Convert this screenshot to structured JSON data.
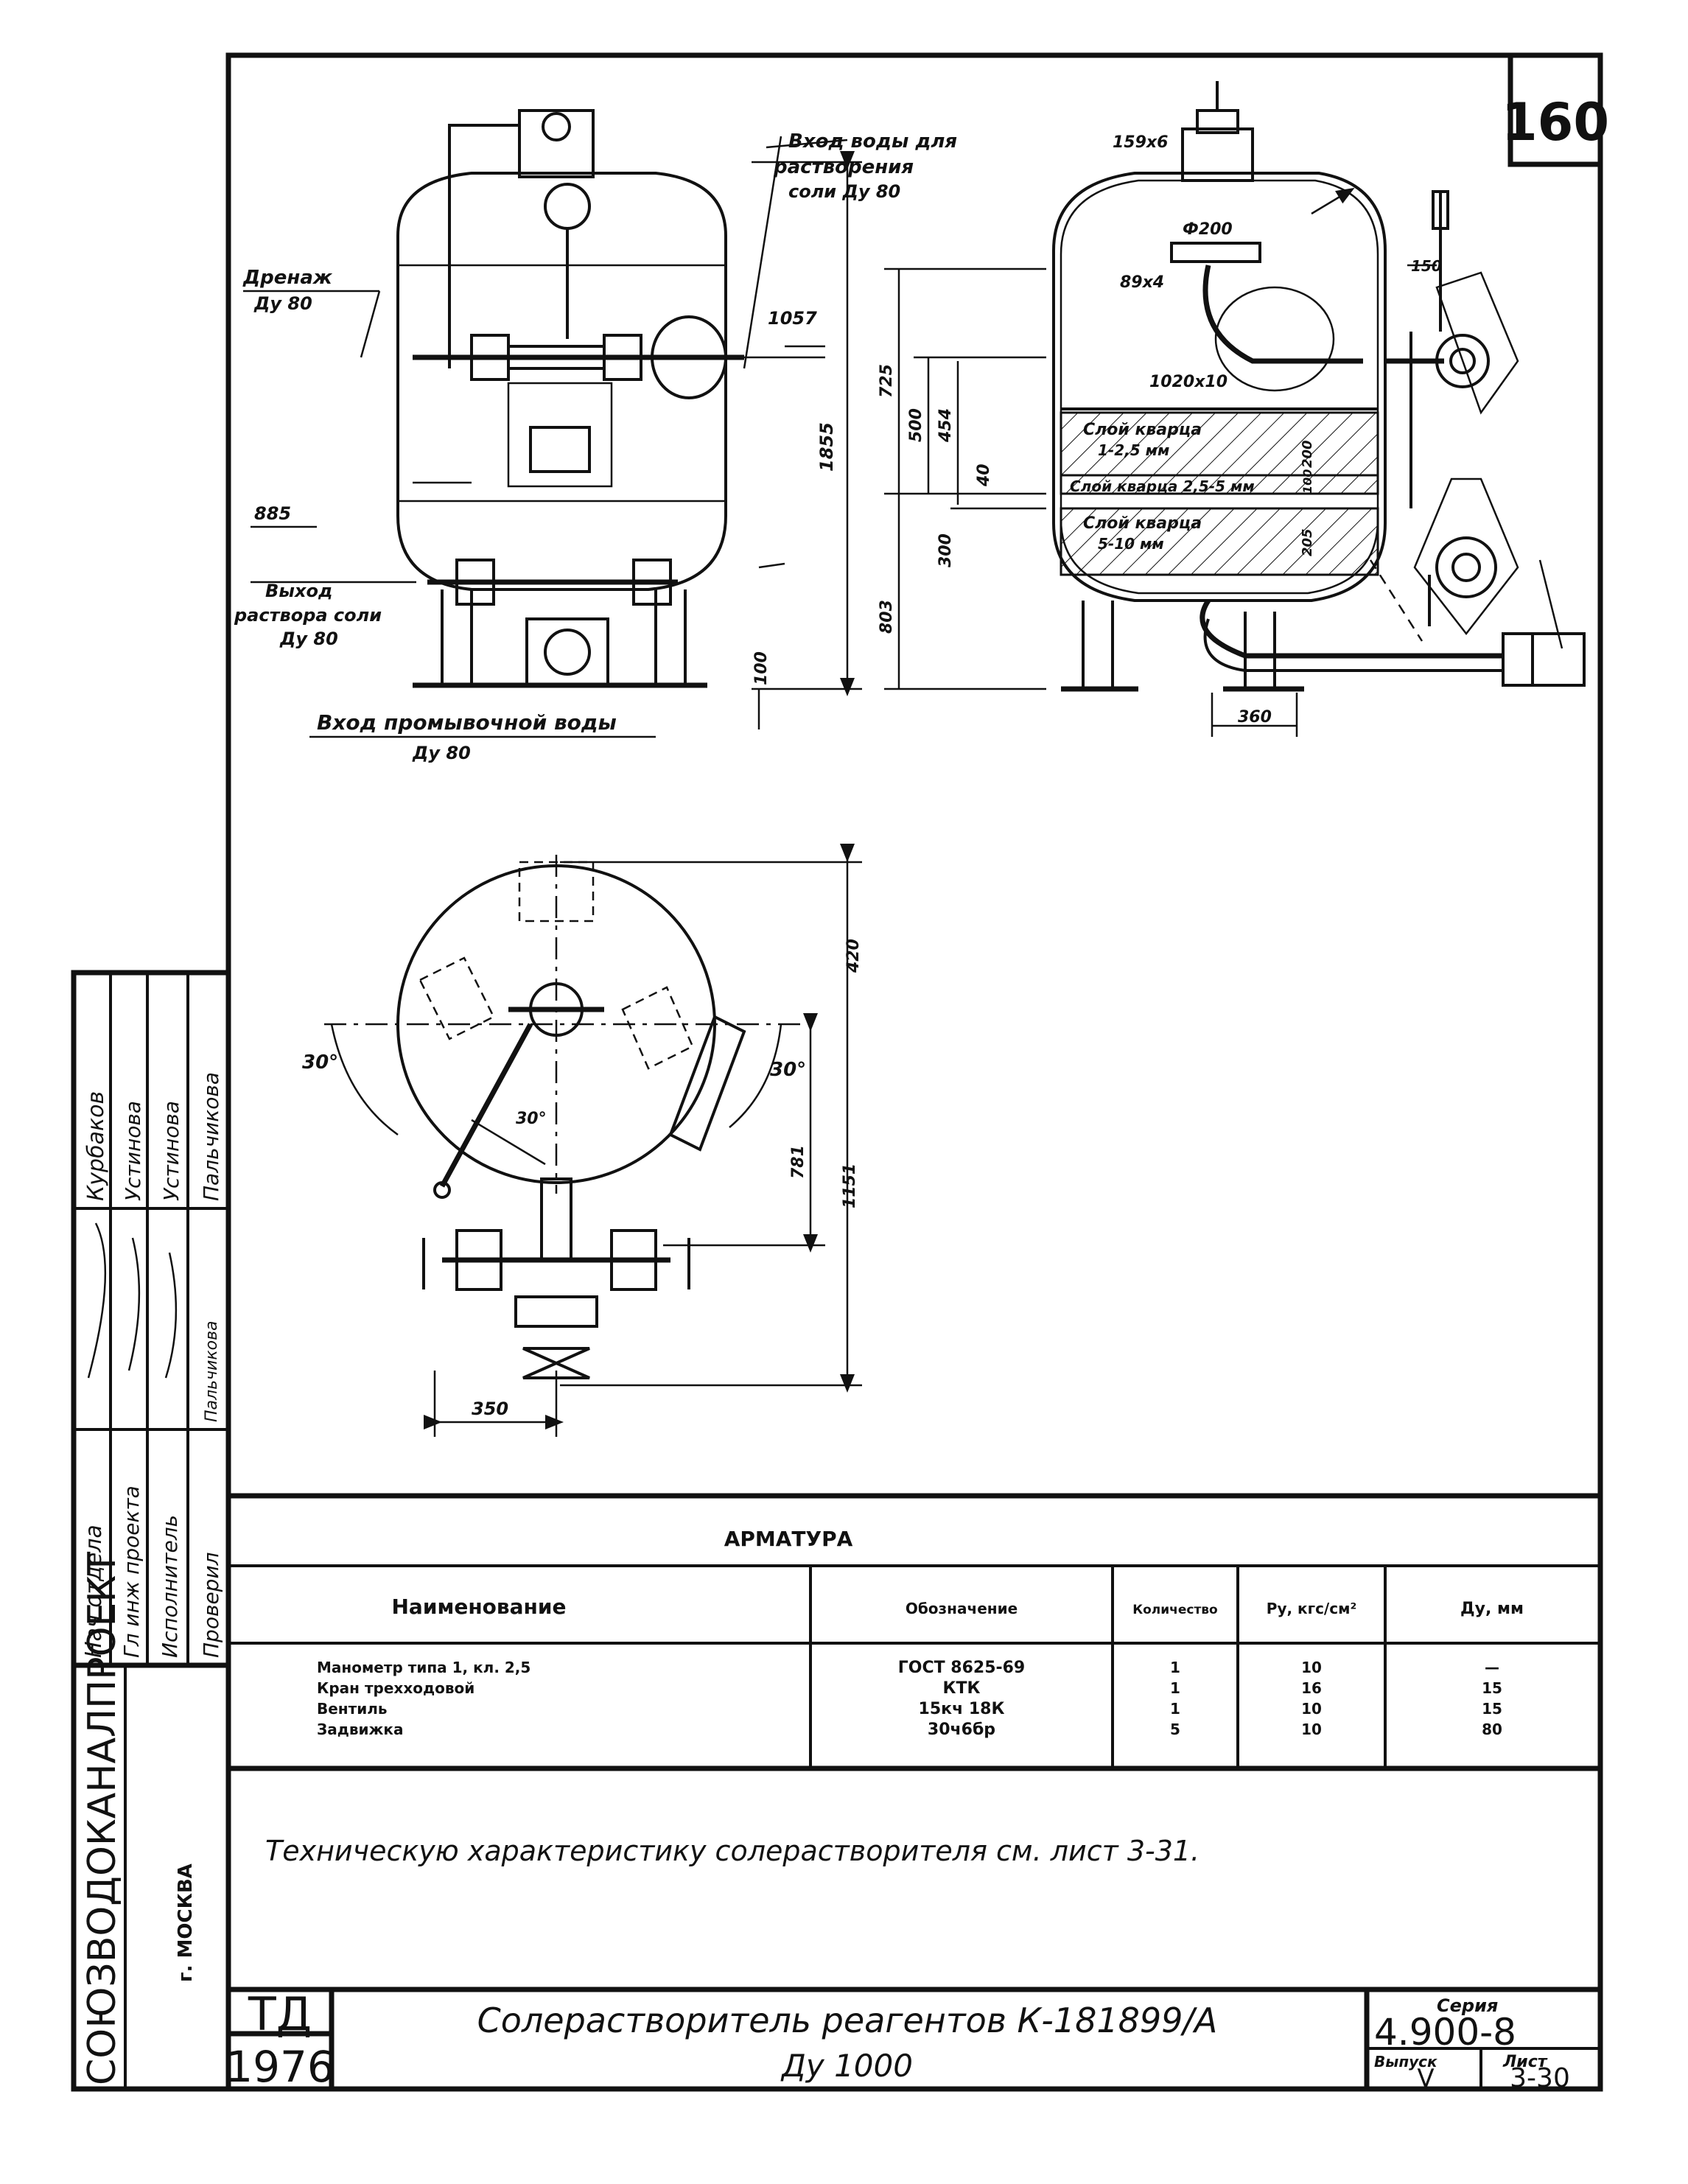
{
  "sheet_number": "160",
  "annotations": {
    "drain": "Дренаж",
    "drain_dn": "Ду 80",
    "water_inlet_l1": "Вход воды для",
    "water_inlet_l2": "растворения",
    "water_inlet_l3": "соли   Ду 80",
    "elev_1057": "1057",
    "elev_885": "885",
    "brine_outlet_l1": "Выход",
    "brine_outlet_l2": "раствора соли",
    "brine_outlet_l3": "Ду 80",
    "wash_inlet_l1": "Вход промывочной воды",
    "wash_inlet_l2": "Ду 80",
    "dim_1855": "1855",
    "dim_100": "100",
    "pipe_159x6": "159х6",
    "dim_phi200": "Ф200",
    "pipe_89x4": "89х4",
    "dim_150": "150",
    "dim_725": "725",
    "dim_500": "500",
    "dim_454": "454",
    "dim_40": "40",
    "dim_300": "300",
    "dim_803": "803",
    "shell_1020x10": "1020х10",
    "layer1_l1": "Слой кварца",
    "layer1_l2": "1-2,5 мм",
    "layer2": "Слой кварца 2,5-5 мм",
    "layer3_l1": "Слой кварца",
    "layer3_l2": "5-10 мм",
    "dim_200": "200",
    "dim_100b": "100",
    "dim_205": "205",
    "dim_360a": "360",
    "dim_420": "420",
    "angle_left": "30°",
    "angle_right": "30°",
    "angle_mid": "30°",
    "dim_781": "781",
    "dim_1151": "1151",
    "dim_350": "350"
  },
  "title_block": {
    "roles": [
      "Нач отдела",
      "Гл инж проекта",
      "Исполнитель",
      "Проверил"
    ],
    "names": [
      "Курбаков",
      "Устинова",
      "Устинова",
      "Пальчикова"
    ],
    "signature_initial": "Пальчикова",
    "organization": "СОЮЗВОДОКАНАЛПРОЕКТ",
    "city": "г. МОСКВА",
    "logo_top": "ТД",
    "year": "1976",
    "drawing_title": "Солерастворитель реагентов К-181899/А",
    "drawing_subtitle": "Ду 1000",
    "series_label": "Серия",
    "series_value": "4.900-8",
    "issue_label": "Выпуск",
    "issue_value": "V",
    "sheet_label": "Лист",
    "sheet_value": "3-30"
  },
  "fittings_table": {
    "title": "АРМАТУРА",
    "headers": [
      "Наименование",
      "Обозначение",
      "Количество",
      "Ру, кгс/см²",
      "Ду, мм"
    ],
    "rows": [
      [
        "Манометр типа 1, кл. 2,5",
        "ГОСТ 8625-69",
        "1",
        "10",
        "—"
      ],
      [
        "Кран трехходовой",
        "КТК",
        "1",
        "16",
        "15"
      ],
      [
        "Вентиль",
        "15кч 18К",
        "1",
        "10",
        "15"
      ],
      [
        "Задвижка",
        "30ч6бр",
        "5",
        "10",
        "80"
      ]
    ]
  },
  "note": "Техническую характеристику солерастворителя см. лист 3-31."
}
